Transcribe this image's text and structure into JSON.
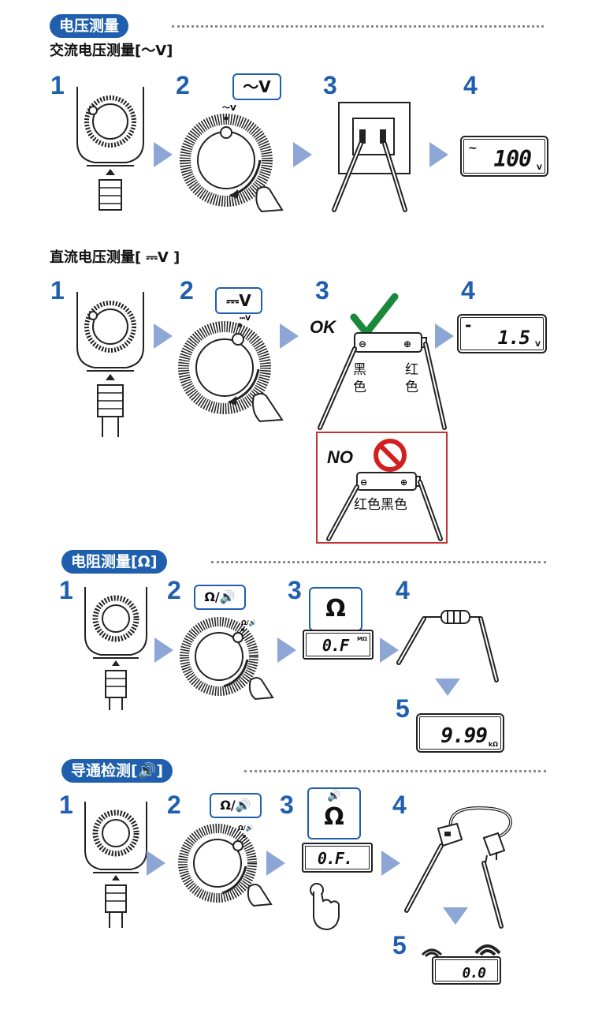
{
  "sections": {
    "voltage": {
      "title": "电压测量"
    },
    "ac": {
      "subtitle": "交流电压测量[～V]",
      "dial_label": "～V",
      "dial_mark": "～V",
      "lcd": {
        "sign": "~",
        "reading": "100",
        "unit": "V"
      }
    },
    "dc": {
      "subtitle": "直流电压测量[ ⎓V ]",
      "dial_label": "⎓V",
      "dial_mark": "⎓V",
      "ok_label": "OK",
      "no_label": "NO",
      "black": "黑\n色",
      "red": "红\n色",
      "black_text": "黑",
      "black_text2": "色",
      "red_text": "红",
      "red_text2": "色",
      "wrong_text": "红色黑色",
      "lcd": {
        "sign": "-",
        "reading": "1.5",
        "unit": "V"
      }
    },
    "resistance": {
      "title": "电阻测量[Ω]",
      "dial_label": "Ω/🔊",
      "callout": "Ω",
      "lcd_reading": "0.F",
      "lcd_unit": "MΩ",
      "result": {
        "reading": "9.99",
        "unit": "kΩ"
      }
    },
    "continuity": {
      "title": "导通检测[🔊]",
      "dial_label": "Ω/🔊",
      "callout": "Ω",
      "lcd_reading": "0.F.",
      "result": {
        "reading": "0.0"
      }
    }
  },
  "steps": {
    "s1": "1",
    "s2": "2",
    "s3": "3",
    "s4": "4",
    "s5": "5"
  },
  "colors": {
    "accent": "#1f5fae",
    "arrow": "#8ea6d6",
    "check": "#1a8a3a",
    "no": "#d41f1f"
  }
}
